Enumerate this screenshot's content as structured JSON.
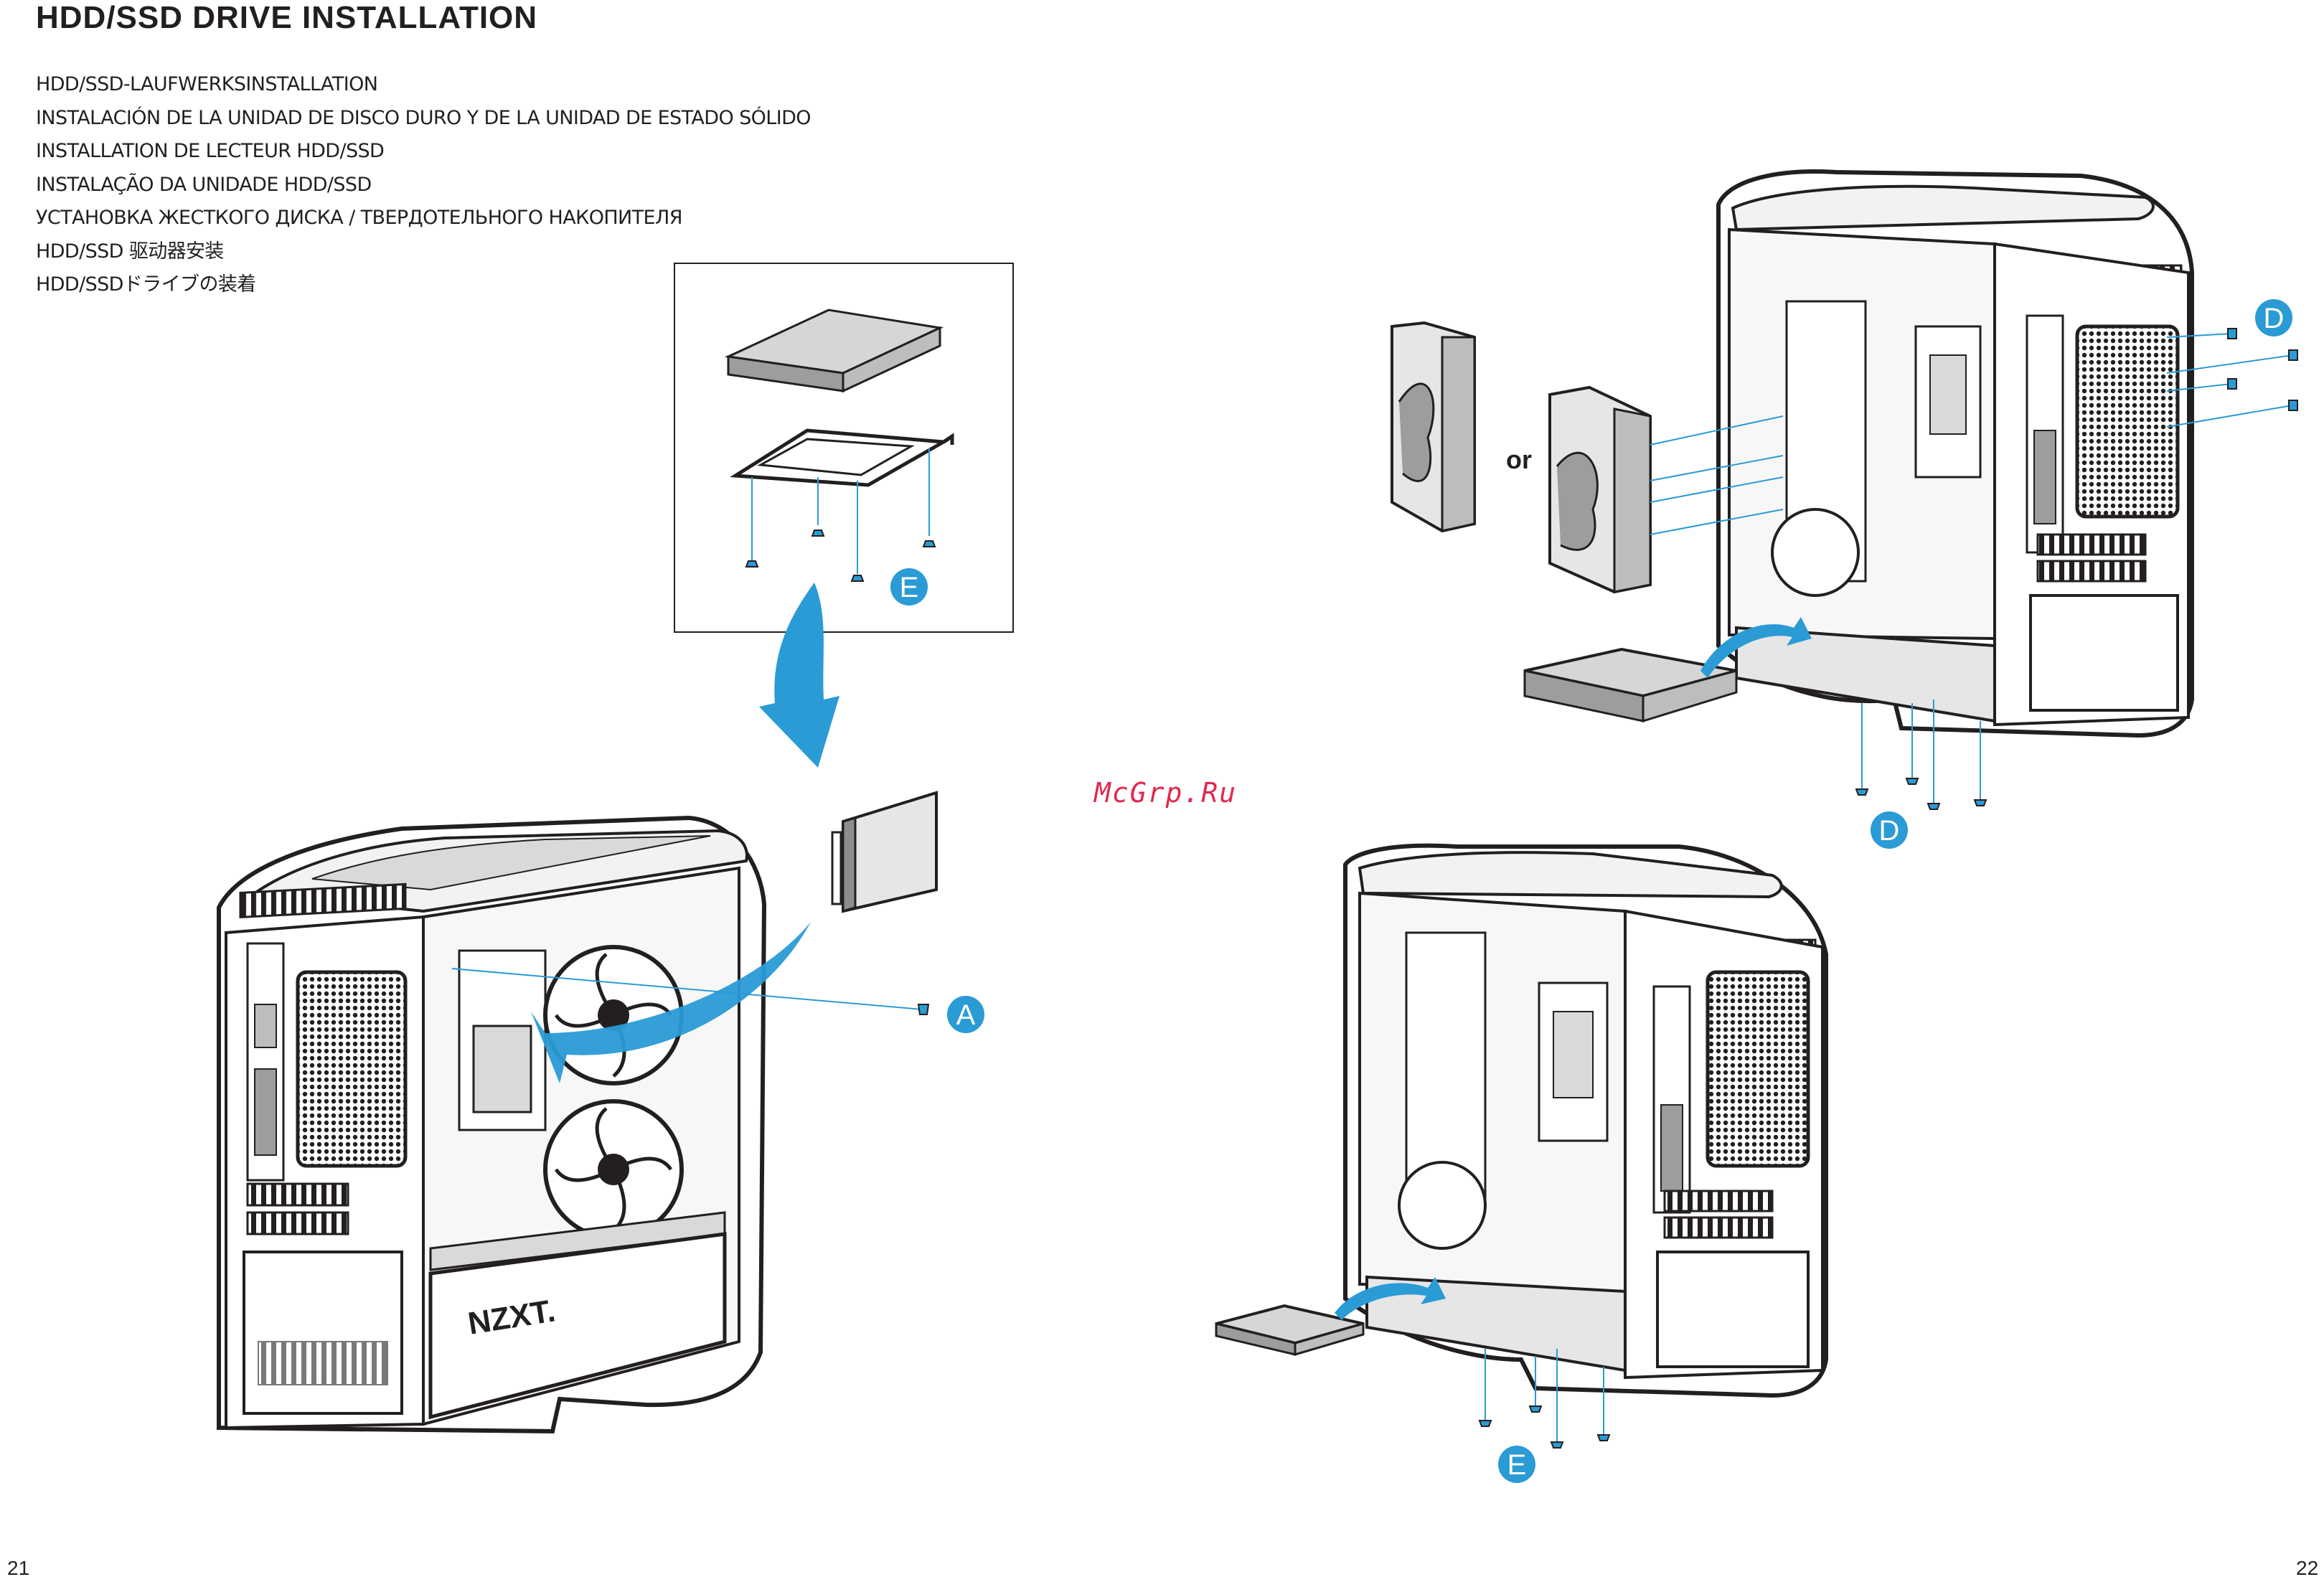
{
  "heading": {
    "title": "HDD/SSD DRIVE INSTALLATION",
    "translations": [
      "HDD/SSD-LAUFWERKSINSTALLATION",
      "INSTALACIÓN DE LA UNIDAD DE DISCO DURO Y DE LA UNIDAD DE ESTADO SÓLIDO",
      "INSTALLATION DE LECTEUR HDD/SSD",
      "INSTALAÇÃO DA UNIDADE HDD/SSD",
      "УСТАНОВКА ЖЕСТКОГО ДИСКА / ТВЕРДОТЕЛЬНОГО НАКОПИТЕЛЯ",
      "HDD/SSD 驱动器安装",
      "HDD/SSDドライブの装着"
    ]
  },
  "callouts": {
    "screw_e_inset": "E",
    "screw_a": "A",
    "screw_d_side": "D",
    "screw_d_bottom": "D",
    "screw_e_bottom": "E"
  },
  "labels": {
    "or": "or",
    "case_logo": "NZXT."
  },
  "watermark": "McGrp.Ru",
  "page_numbers": {
    "left": "21",
    "right": "22"
  },
  "colors": {
    "accent": "#2a9bd5",
    "ink": "#231f20"
  }
}
